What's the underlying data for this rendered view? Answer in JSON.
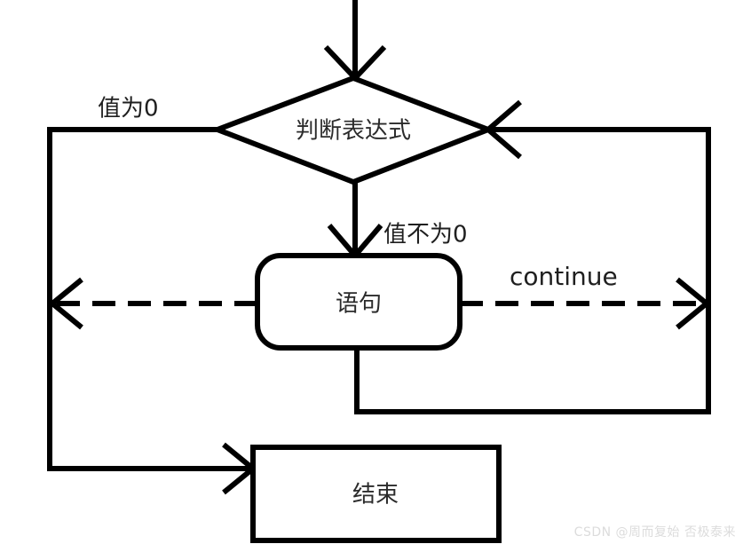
{
  "diagram": {
    "title": "continue in loop flowchart",
    "language": "zh-CN",
    "background_color": "#ffffff",
    "stroke_color": "#000000",
    "text_color": "#2b2b2b"
  },
  "nodes": {
    "decision": {
      "label": "判断表达式",
      "shape": "diamond"
    },
    "statement": {
      "label": "语句",
      "shape": "rounded-rect"
    },
    "end": {
      "label": "结束",
      "shape": "rect"
    }
  },
  "edges": {
    "false_branch": {
      "label": "值为0"
    },
    "true_branch": {
      "label": "值不为0"
    },
    "continue_branch": {
      "label": "continue",
      "style": "dashed"
    },
    "break_branch": {
      "label": "",
      "style": "dashed"
    }
  },
  "watermark": {
    "text": "CSDN @周而复始 否极泰来"
  }
}
